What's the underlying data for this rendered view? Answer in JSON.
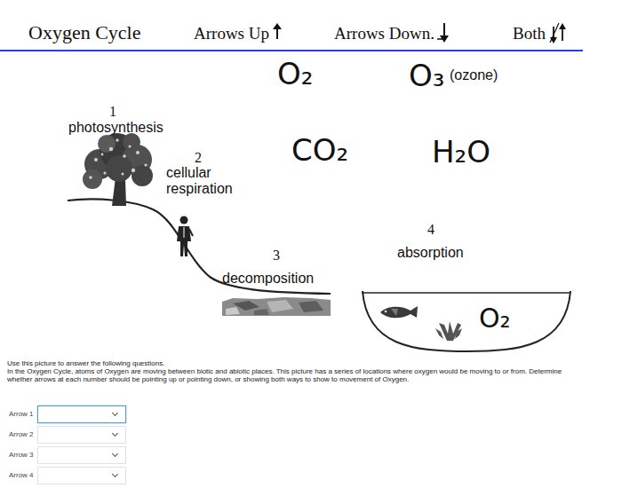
{
  "diagram": {
    "title": "Oxygen Cycle",
    "nodes": [
      {
        "text": [
          "O₂"
        ]
      },
      {
        "text": [
          "Arrow 1"
        ]
      },
      {
        "text": [
          "Arrow 2"
        ]
      },
      {
        "text": [
          "Arrow 3"
        ]
      },
      {
        "text": [
          "Arrow 4"
        ]
      }
    ],
    "labels": [
      "Arrows Up",
      "Arrows Down.",
      "Both",
      "O₂",
      "O₃",
      "(ozone)",
      "1",
      "photosynthesis",
      "2",
      "cellular respiration",
      "CO₂",
      "H₂O",
      "4",
      "absorption",
      "3",
      "decomposition",
      "Use this picture to answer the following questions.",
      "In the Oxygen Cycle, atoms of Oxygen are moving between biotic and abiotic places. This picture has a series of locations where oxygen would be moving to or from. Determine whether arrows at each number should be pointing up or pointing down, or showing both ways to show to movement of Oxygen."
    ]
  }
}
